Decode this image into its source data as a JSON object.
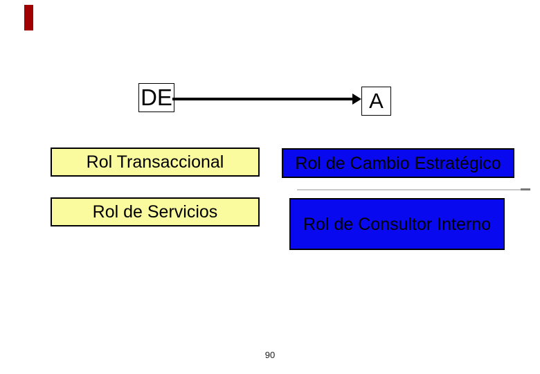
{
  "slide": {
    "page_number": "90"
  },
  "flow": {
    "from_label": "DE",
    "to_label": "A"
  },
  "boxes": {
    "left": [
      {
        "label": "Rol Transaccional"
      },
      {
        "label": "Rol de Servicios"
      }
    ],
    "right": [
      {
        "label": "Rol de Cambio Estratégico"
      },
      {
        "label": "Rol de Consultor Interno"
      }
    ]
  },
  "colors": {
    "accent_red": "#A00000",
    "box_yellow": "#FAFA9E",
    "box_blue": "#0909F0",
    "text_black": "#000000",
    "artifact_gray": "#C9C9C9",
    "tick_gray": "#777777",
    "page_gray": "#1a1a1a"
  }
}
